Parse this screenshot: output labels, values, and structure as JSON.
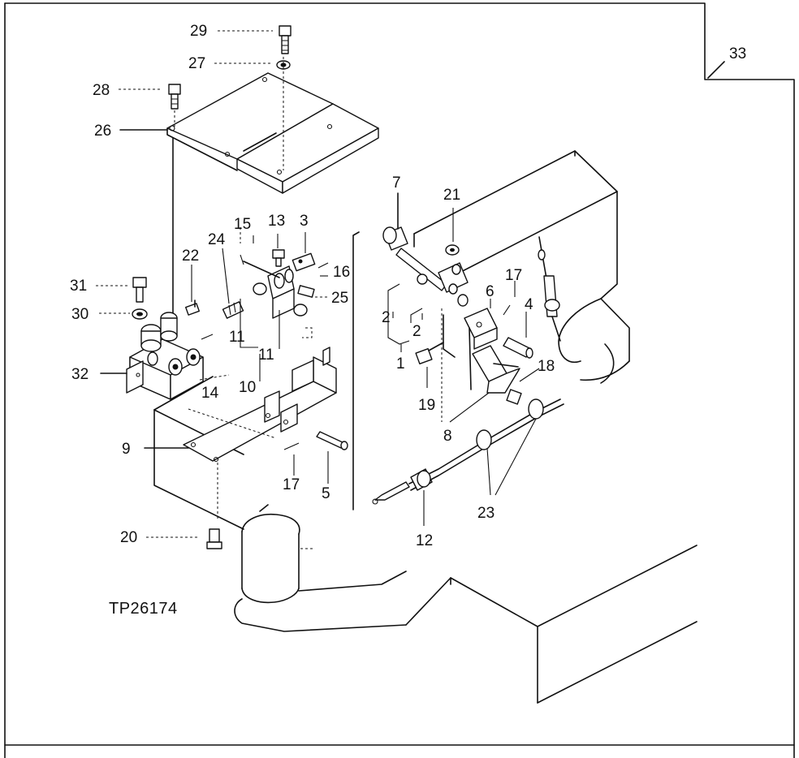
{
  "figure_ref": "TP26174",
  "callouts": [
    {
      "id": "c29",
      "text": "29"
    },
    {
      "id": "c27",
      "text": "27"
    },
    {
      "id": "c28",
      "text": "28"
    },
    {
      "id": "c26",
      "text": "26"
    },
    {
      "id": "c33",
      "text": "33"
    },
    {
      "id": "c7",
      "text": "7"
    },
    {
      "id": "c21",
      "text": "21"
    },
    {
      "id": "c15",
      "text": "15"
    },
    {
      "id": "c13",
      "text": "13"
    },
    {
      "id": "c3",
      "text": "3"
    },
    {
      "id": "c24",
      "text": "24"
    },
    {
      "id": "c22",
      "text": "22"
    },
    {
      "id": "c16",
      "text": "16"
    },
    {
      "id": "c31",
      "text": "31"
    },
    {
      "id": "c25",
      "text": "25"
    },
    {
      "id": "c30",
      "text": "30"
    },
    {
      "id": "c11a",
      "text": "11"
    },
    {
      "id": "c11b",
      "text": "11"
    },
    {
      "id": "c32",
      "text": "32"
    },
    {
      "id": "c14",
      "text": "14"
    },
    {
      "id": "c10",
      "text": "10"
    },
    {
      "id": "c2a",
      "text": "2"
    },
    {
      "id": "c2b",
      "text": "2"
    },
    {
      "id": "c1",
      "text": "1"
    },
    {
      "id": "c6",
      "text": "6"
    },
    {
      "id": "c17a",
      "text": "17"
    },
    {
      "id": "c4",
      "text": "4"
    },
    {
      "id": "c18",
      "text": "18"
    },
    {
      "id": "c19",
      "text": "19"
    },
    {
      "id": "c8",
      "text": "8"
    },
    {
      "id": "c9",
      "text": "9"
    },
    {
      "id": "c17b",
      "text": "17"
    },
    {
      "id": "c5",
      "text": "5"
    },
    {
      "id": "c23",
      "text": "23"
    },
    {
      "id": "c12",
      "text": "12"
    },
    {
      "id": "c20",
      "text": "20"
    }
  ]
}
